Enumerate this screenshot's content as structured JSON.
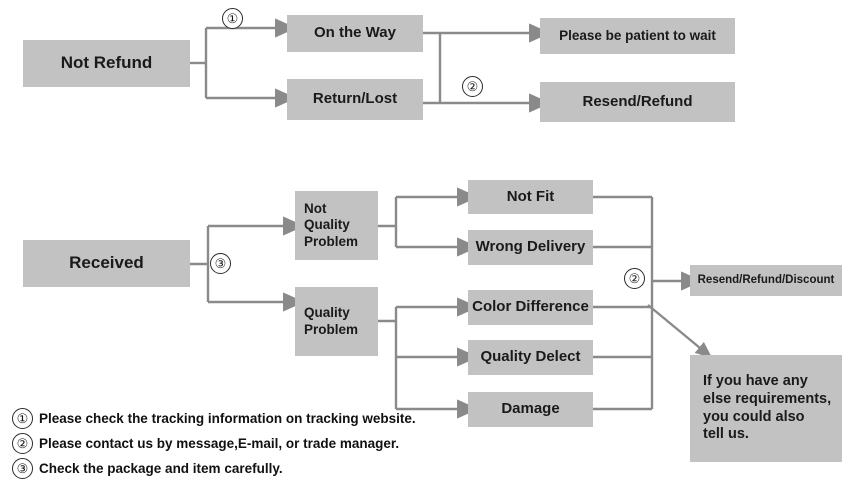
{
  "diagram": {
    "title": "Order Status Handling Flowchart",
    "colors": {
      "node_fill": "#c2c2c2",
      "node_text": "#1a1a1a",
      "connector": "#7f7f7f",
      "marker_stroke": "#2b2b2b",
      "background": "#ffffff"
    },
    "branches": {
      "not_refund": {
        "root": "Not Refund",
        "marker": "①",
        "children": [
          "On the Way",
          "Return/Lost"
        ],
        "marker2": "②",
        "outcomes": [
          "Please be patient to wait",
          "Resend/Refund"
        ]
      },
      "received": {
        "root": "Received",
        "marker": "③",
        "categories": [
          "Not\nQuality\nProblem",
          "Quality\nProblem"
        ],
        "not_quality_reasons": [
          "Not Fit",
          "Wrong Delivery"
        ],
        "quality_reasons": [
          "Color Difference",
          "Quality Delect",
          "Damage"
        ],
        "marker2": "②",
        "outcomes": [
          "Resend/Refund/Discount",
          "If you have any\nelse requirements,\nyou could also\ntell us."
        ]
      }
    }
  },
  "notes": [
    {
      "num": "①",
      "text": "Please check the tracking information on tracking website."
    },
    {
      "num": "②",
      "text": "Please contact us by message,E-mail, or trade manager."
    },
    {
      "num": "③",
      "text": "Check the package and item carefully."
    }
  ]
}
